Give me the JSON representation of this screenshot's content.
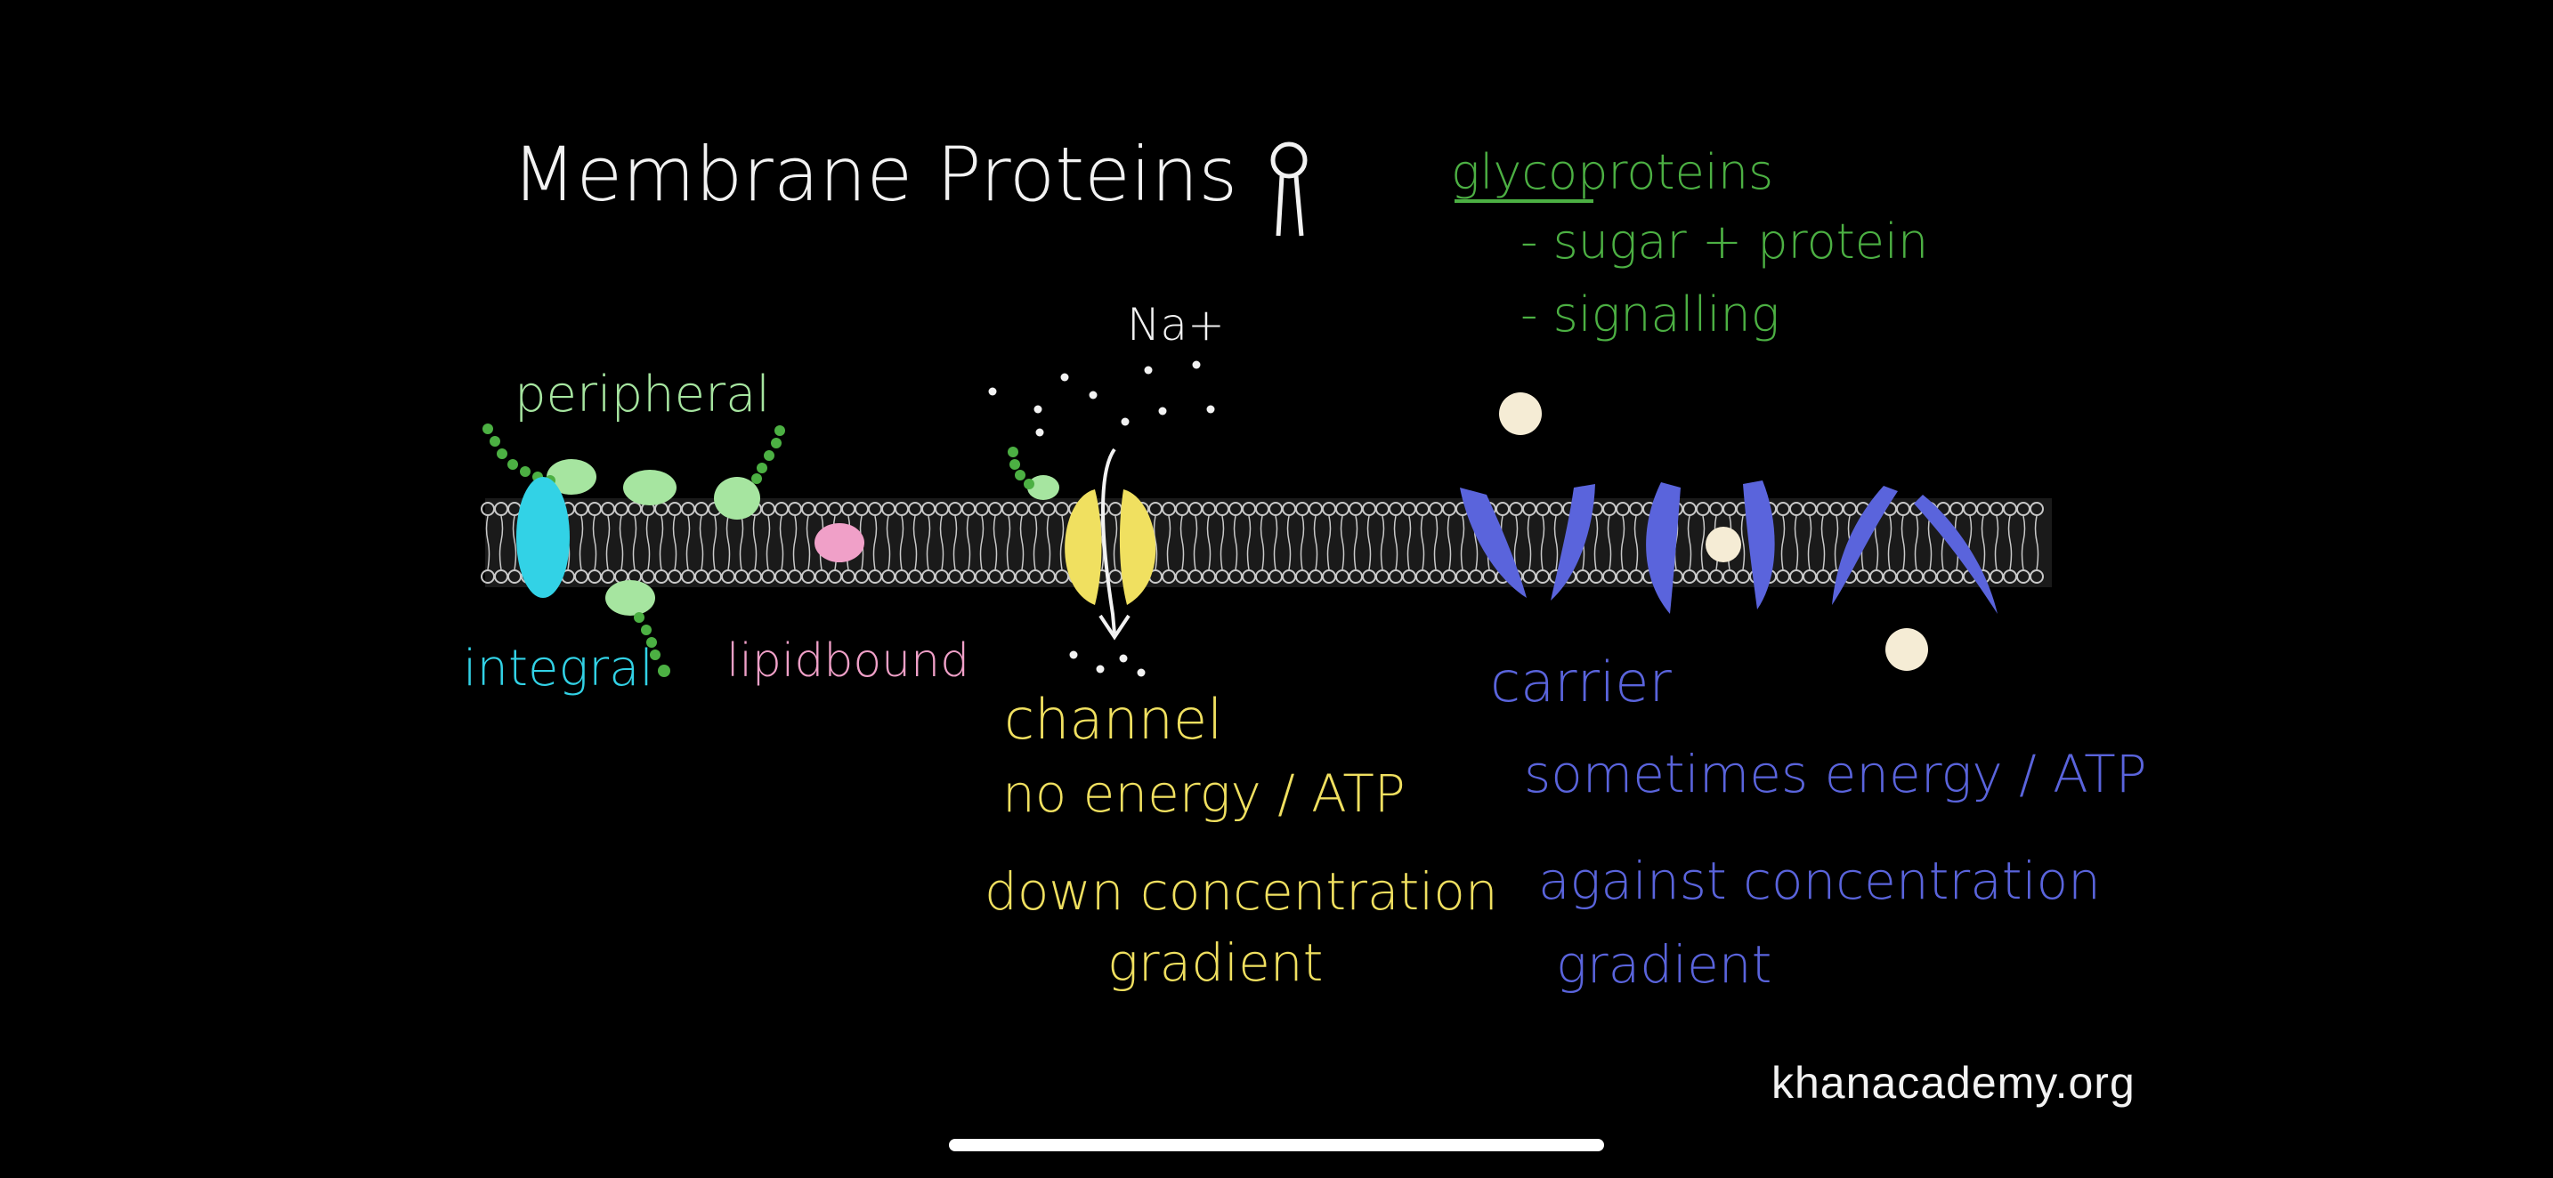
{
  "title": "Membrane Proteins",
  "labels": {
    "peripheral": "peripheral",
    "integral": "integral",
    "lipid_bound": "lipidbound",
    "na": "Na+",
    "glycoproteins": "glycoproteins",
    "sugar_protein": "- sugar + protein",
    "signalling": "- signalling",
    "channel": "channel",
    "channel_energy": "no energy / ATP",
    "channel_gradient_1": "down concentration",
    "channel_gradient_2": "gradient",
    "carrier": "carrier",
    "carrier_energy": "sometimes energy / ATP",
    "carrier_gradient_1": "against concentration",
    "carrier_gradient_2": "gradient"
  },
  "watermark": "khanacademy.org",
  "colors": {
    "background": "#000000",
    "title": "#f2f2f2",
    "peripheral": "#a6e5a0",
    "integral": "#32d2e6",
    "lipid_bound": "#f0a0c8",
    "glyco": "#4cb043",
    "channel": "#f0e060",
    "carrier": "#5a64dc",
    "membrane": "#c8c8c8",
    "particle": "#f5ecd5"
  },
  "icons": {
    "phospholipid": "phospholipid-icon"
  }
}
